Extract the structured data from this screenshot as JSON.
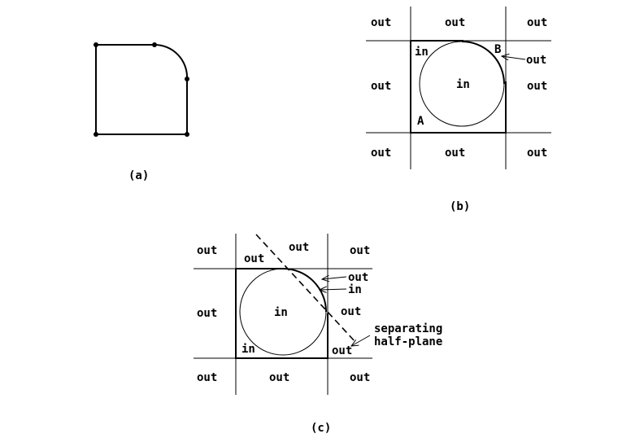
{
  "panel_a": {
    "caption": "(a)"
  },
  "panel_b": {
    "caption": "(b)",
    "labels": {
      "out_top_left": "out",
      "out_top_mid": "out",
      "out_top_right": "out",
      "out_mid_left": "out",
      "out_mid_right": "out",
      "out_bottom_left": "out",
      "out_bottom_mid": "out",
      "out_bottom_right": "out",
      "in_corner": "in",
      "in_center": "in",
      "point_a": "A",
      "point_b": "B",
      "out_arrow": "out"
    }
  },
  "panel_c": {
    "caption": "(c)",
    "labels": {
      "out_top_left": "out",
      "out_top_mid_upper": "out",
      "out_top_mid_lower": "out",
      "out_top_right": "out",
      "out_mid_left": "out",
      "out_mid_right": "out",
      "out_bottom_left": "out",
      "out_bottom_mid": "out",
      "out_bottom_right": "out",
      "out_corner": "out",
      "in_center": "in",
      "in_corner": "in",
      "out_arrow": "out",
      "in_arrow": "in",
      "separating_line1": "separating",
      "separating_line2": "half-plane"
    }
  }
}
